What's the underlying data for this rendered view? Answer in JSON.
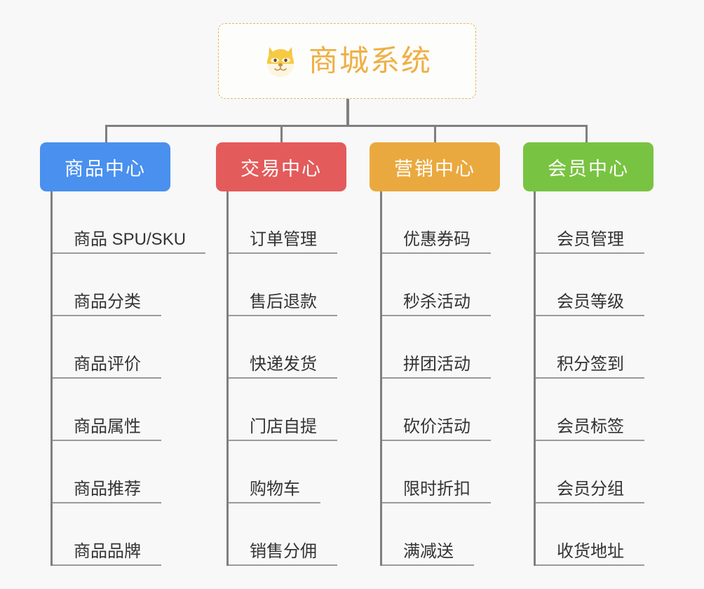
{
  "page": {
    "background_color": "#f8f8f8",
    "title": "商城系统"
  },
  "root": {
    "label": "商城系统",
    "icon": "shiba-dog-face-emoji",
    "text_color": "#eeb045",
    "border_color": "#e8b55c"
  },
  "columns": [
    {
      "category": "商品中心",
      "color": "#4990ef",
      "items": [
        "商品 SPU/SKU",
        "商品分类",
        "商品评价",
        "商品属性",
        "商品推荐",
        "商品品牌"
      ]
    },
    {
      "category": "交易中心",
      "color": "#e45b5b",
      "items": [
        "订单管理",
        "售后退款",
        "快递发货",
        "门店自提",
        "购物车",
        "销售分佣"
      ]
    },
    {
      "category": "营销中心",
      "color": "#eaa93f",
      "items": [
        "优惠券码",
        "秒杀活动",
        "拼团活动",
        "砍价活动",
        "限时折扣",
        "满减送"
      ]
    },
    {
      "category": "会员中心",
      "color": "#79c342",
      "items": [
        "会员管理",
        "会员等级",
        "积分签到",
        "会员标签",
        "会员分组",
        "收货地址"
      ]
    }
  ],
  "connector": {
    "color": "#7f7f7f"
  }
}
